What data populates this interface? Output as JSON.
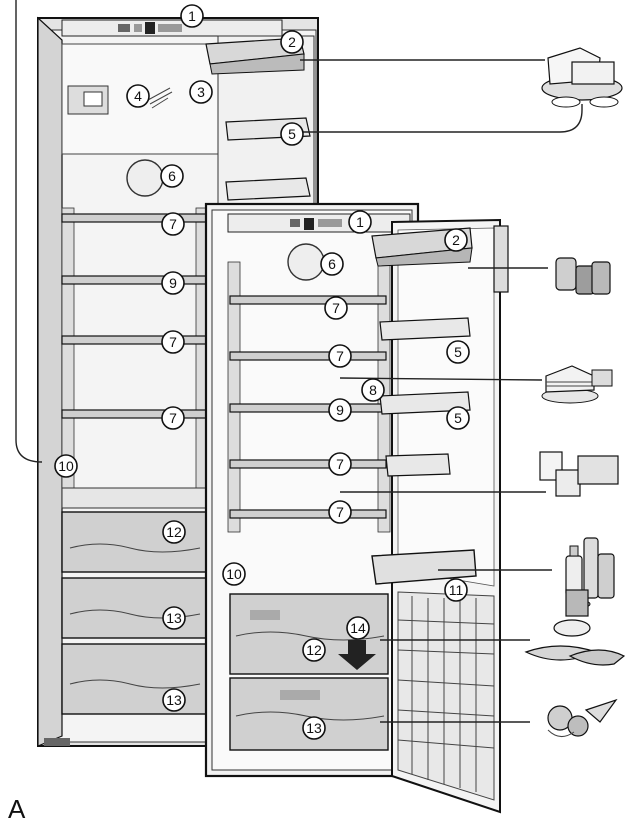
{
  "figure_label": "A",
  "callouts": {
    "back": [
      "1",
      "2",
      "4",
      "3",
      "5",
      "6",
      "7",
      "9",
      "7",
      "7",
      "10",
      "12",
      "13",
      "13"
    ],
    "front": [
      "1",
      "2",
      "6",
      "7",
      "5",
      "7",
      "8",
      "9",
      "5",
      "7",
      "7",
      "10",
      "11",
      "14",
      "12",
      "13"
    ]
  },
  "colors": {
    "ink": "#111111",
    "shade": "#d8d8d8",
    "drawer": "#cfcfcf",
    "light_shade": "#ececec"
  },
  "food_icons": [
    "cheese-butter-icon",
    "cans-jars-icon",
    "cake-slice-icon",
    "dairy-cups-icon",
    "bottles-icon",
    "meat-fish-icon",
    "vegetables-icon"
  ]
}
